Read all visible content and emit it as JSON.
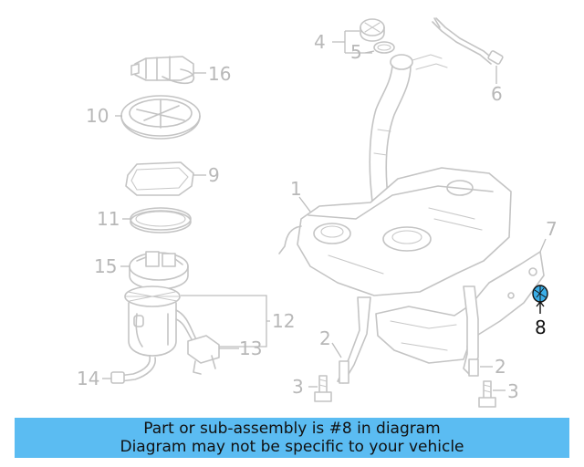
{
  "diagram": {
    "callouts": {
      "c1": "1",
      "c2a": "2",
      "c2b": "2",
      "c3a": "3",
      "c3b": "3",
      "c4": "4",
      "c5": "5",
      "c6": "6",
      "c7": "7",
      "c8": "8",
      "c9": "9",
      "c10": "10",
      "c11": "11",
      "c12": "12",
      "c13": "13",
      "c14": "14",
      "c15": "15",
      "c16": "16"
    },
    "highlight_part": "8",
    "highlight_color": "#3aaee8",
    "line_color": "#c4c4c4"
  },
  "banner": {
    "line1": "Part or sub-assembly is #8 in diagram",
    "line2": "Diagram may not be specific to your vehicle",
    "background": "#5bbcf2"
  }
}
